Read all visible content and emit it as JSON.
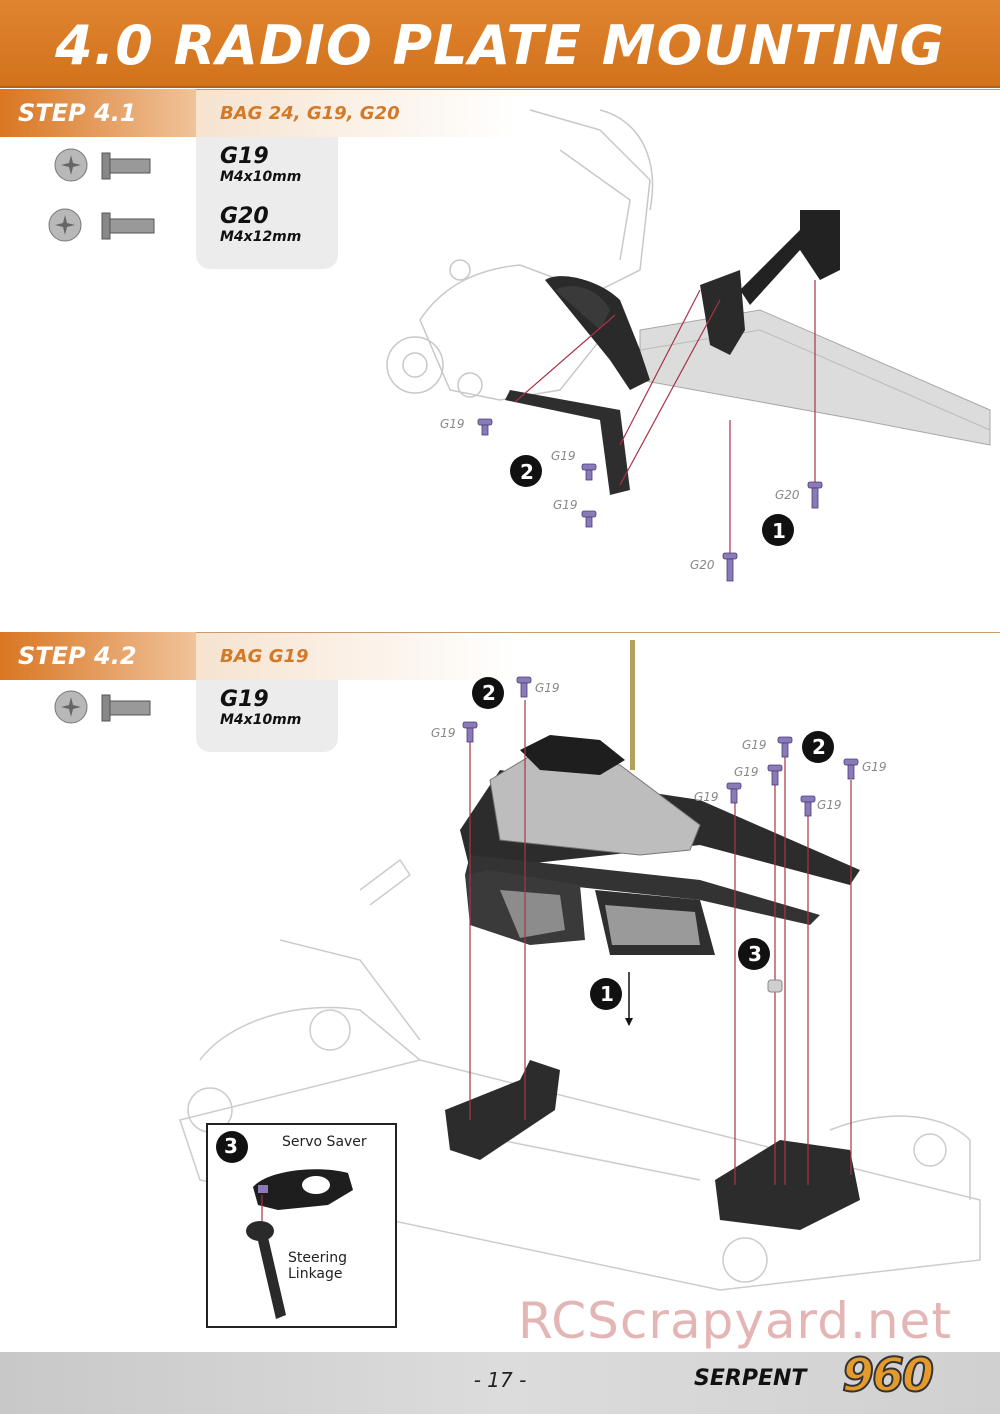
{
  "header": {
    "title": "4.0 RADIO PLATE MOUNTING"
  },
  "step1": {
    "label": "STEP 4.1",
    "bag": "BAG 24, G19, G20",
    "parts": [
      {
        "code": "G19",
        "size": "M4x10mm"
      },
      {
        "code": "G20",
        "size": "M4x12mm"
      }
    ],
    "callouts": [
      "G19",
      "G19",
      "G19",
      "G20",
      "G20"
    ],
    "steps": [
      "1",
      "2"
    ]
  },
  "step2": {
    "label": "STEP 4.2",
    "bag": "BAG G19",
    "parts": [
      {
        "code": "G19",
        "size": "M4x10mm"
      }
    ],
    "callouts": [
      "G19",
      "G19",
      "G19",
      "G19",
      "G19",
      "G19",
      "G19"
    ],
    "steps": [
      "1",
      "2",
      "2",
      "3"
    ],
    "inset": {
      "step": "3",
      "servo_saver": "Servo Saver",
      "steering_linkage_1": "Steering",
      "steering_linkage_2": "Linkage"
    }
  },
  "footer": {
    "page": "- 17 -",
    "brand": "SERPENT",
    "model": "960"
  },
  "watermark": "RCScrapyard.net",
  "colors": {
    "orange": "#d97623",
    "screw": "#8a7ab8",
    "line": "#a8324a"
  }
}
